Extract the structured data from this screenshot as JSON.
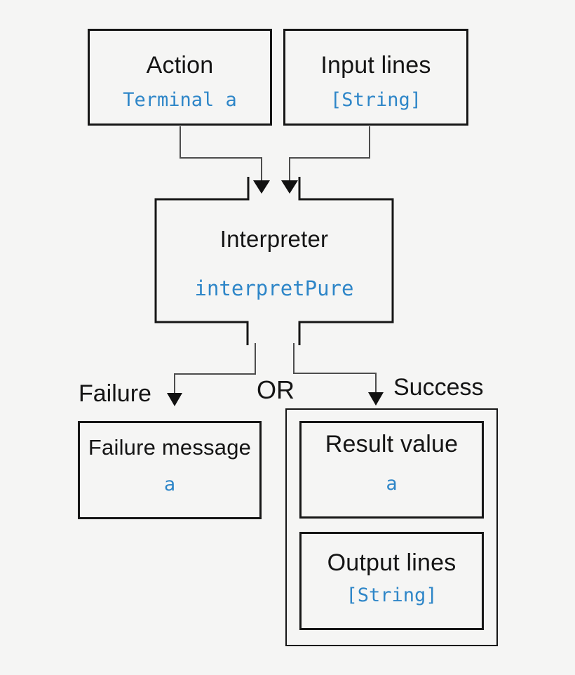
{
  "diagram": {
    "title_hint": "Interpreter data-flow diagram",
    "colors": {
      "background": "#f5f5f4",
      "box_border": "#161616",
      "connector": "#4d4d4d",
      "arrowhead": "#111111",
      "type_text_blue": "#2e86c8",
      "title_text": "#151515"
    },
    "nodes": {
      "action": {
        "title": "Action",
        "type": "Terminal a"
      },
      "input_lines": {
        "title": "Input lines",
        "type": "[String]"
      },
      "interpreter": {
        "title": "Interpreter",
        "type": "interpretPure"
      },
      "failure_message": {
        "title": "Failure message",
        "type": "a"
      },
      "result_value": {
        "title": "Result value",
        "type": "a"
      },
      "output_lines": {
        "title": "Output lines",
        "type": "[String]"
      }
    },
    "branch_labels": {
      "failure": "Failure",
      "or": "OR",
      "success": "Success"
    },
    "edges": [
      {
        "from": "action",
        "to": "interpreter"
      },
      {
        "from": "input_lines",
        "to": "interpreter"
      },
      {
        "from": "interpreter",
        "to": "failure_message",
        "label": "Failure"
      },
      {
        "from": "interpreter",
        "to": "success_group",
        "label": "Success"
      }
    ]
  }
}
